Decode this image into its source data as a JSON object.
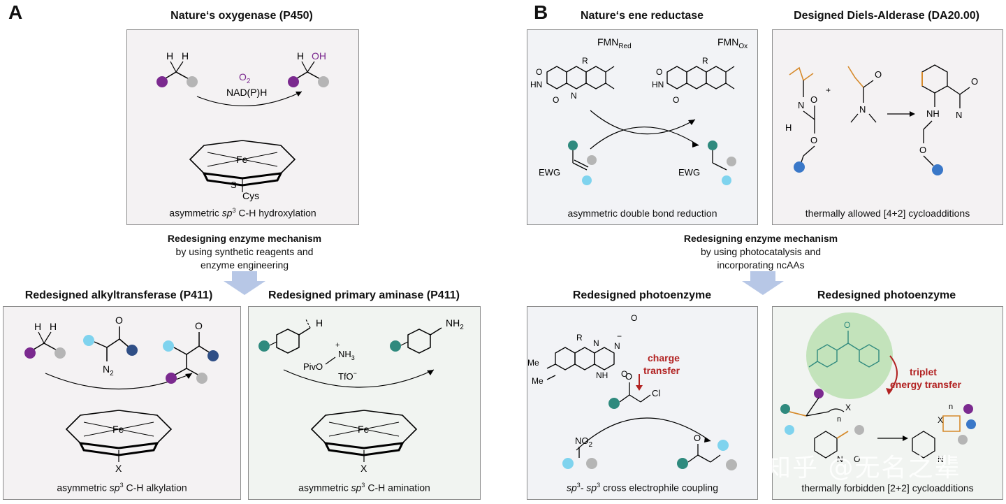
{
  "panels": {
    "a": {
      "letter": "A",
      "top_title": "Nature‘s oxygenase (P450)",
      "top_caption_pre": "asymmetric ",
      "top_caption_sp": "sp",
      "top_caption_post": " C-H hydroxylation",
      "redesign_bold": "Redesigning enzyme mechanism",
      "redesign_l2": "by using synthetic reagents and",
      "redesign_l3": "enzyme engineering",
      "bl_title": "Redesigned alkyltransferase (P411)",
      "bl_caption_pre": "asymmetric ",
      "bl_caption_post": " C-H alkylation",
      "br_title": "Redesigned primary aminase (P411)",
      "br_caption_pre": "asymmetric ",
      "br_caption_post": " C-H amination"
    },
    "b": {
      "letter": "B",
      "tl_title": "Nature‘s ene reductase",
      "tl_caption": "asymmetric double bond reduction",
      "tr_title": "Designed Diels-Alderase (DA20.00)",
      "tr_caption": "thermally allowed [4+2] cycloadditions",
      "redesign_bold": "Redesigning enzyme mechanism",
      "redesign_l2": "by using photocatalysis and",
      "redesign_l3": "incorporating ncAAs",
      "bl_title": "Redesigned photoenzyme",
      "bl_caption_pre": "sp",
      "bl_caption_mid": "- sp",
      "bl_caption_post": " cross electrophile coupling",
      "br_title": "Redesigned photoenzyme",
      "br_caption": "thermally forbidden [2+2] cycloadditions"
    }
  },
  "labels": {
    "o2": "O",
    "nadph": "NAD(P)H",
    "fe": "Fe",
    "cys": "Cys",
    "s": "S",
    "x": "X",
    "n": "N",
    "h": "H",
    "oh": "OH",
    "o": "O",
    "n2": "N",
    "pivo": "PivO",
    "nh3": "NH",
    "tfo": "TfO",
    "nh2": "NH",
    "fmn_red": "FMN",
    "fmn_red_sub": "Red",
    "fmn_ox": "FMN",
    "fmn_ox_sub": "Ox",
    "ewg": "EWG",
    "me": "Me",
    "r": "R",
    "hn": "HN",
    "nh": "NH",
    "cl": "Cl",
    "no2": "NO",
    "charge_transfer_1": "charge",
    "charge_transfer_2": "transfer",
    "triplet_1": "triplet",
    "triplet_2": "energy transfer",
    "plus": "+",
    "sup3": "3",
    "sub2": "2",
    "minus": "−",
    "plus_charge": "+",
    "nsub": "n"
  },
  "watermark": "知乎 @无名之辈",
  "colors": {
    "purple": "#7b2a8f",
    "gray_ball": "#b5b5b5",
    "lightblue": "#7fd3ee",
    "navy": "#2f4f86",
    "teal": "#2f8a7e",
    "orange": "#d68a2b",
    "red_text": "#b22222",
    "arrow_blue": "#b7c7e6",
    "green_glow": "#b8dfae"
  }
}
